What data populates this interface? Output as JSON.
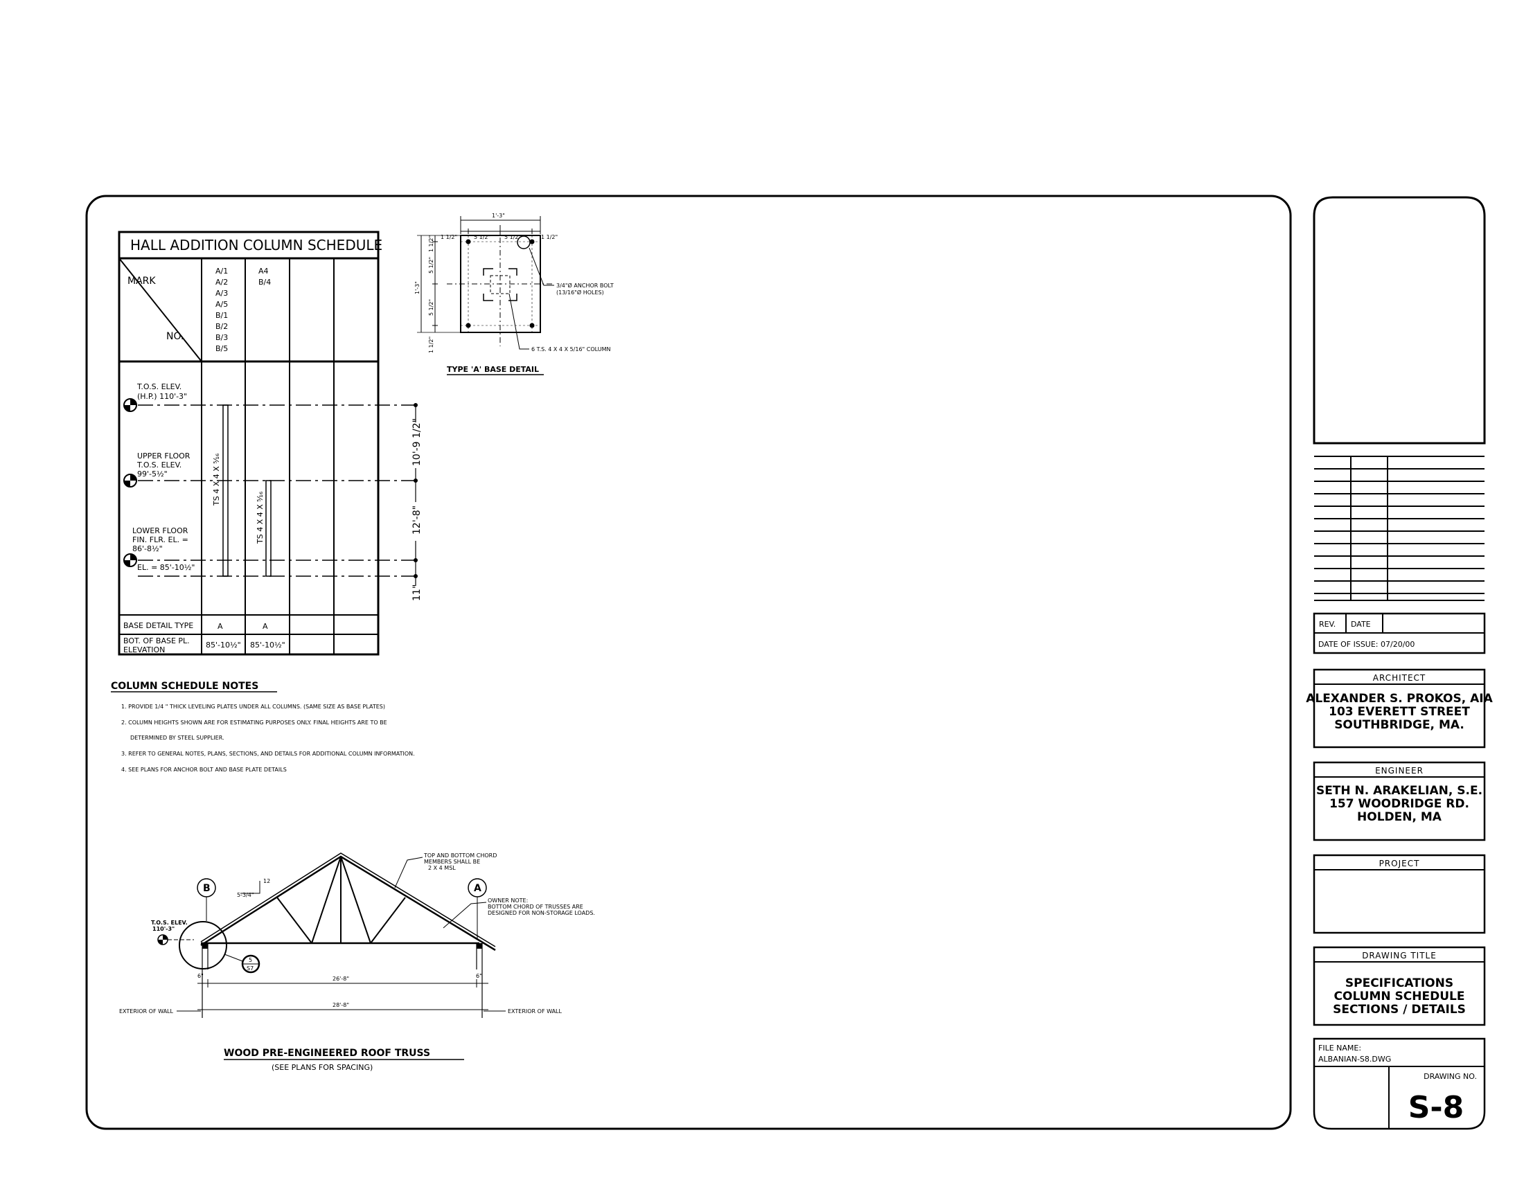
{
  "schedule": {
    "title": "HALL ADDITION COLUMN SCHEDULE",
    "mark_label": "MARK",
    "no_label": "NO.",
    "col1_marks": [
      "A/1",
      "A/2",
      "A/3",
      "A/5",
      "B/1",
      "B/2",
      "B/3",
      "B/5"
    ],
    "col2_marks": [
      "A4",
      "B/4"
    ],
    "tos_elev_line1": "T.O.S. ELEV.",
    "tos_elev_line2": "(H.P.) 110'-3\"",
    "upper_floor_line1": "UPPER FLOOR",
    "upper_floor_line2": "T.O.S. ELEV.",
    "upper_floor_line3": "99'-5½\"",
    "lower_floor_line1": "LOWER FLOOR",
    "lower_floor_line2": "FIN. FLR. EL. =",
    "lower_floor_line3": "86'-8½\"",
    "el_line": "EL. = 85'-10½\"",
    "col1_size": "TS 4 X 4 X ⁵⁄₁₆",
    "col2_size": "TS 4 X 4 X ⁵⁄₁₆",
    "dim_upper": "10'-9 1/2\"",
    "dim_lower": "12'-8\"",
    "dim_base": "11\"",
    "base_detail_label": "BASE DETAIL TYPE",
    "base_detail_values": [
      "A",
      "A"
    ],
    "bot_base_label_line1": "BOT. OF BASE PL.",
    "bot_base_label_line2": "ELEVATION",
    "bot_base_values": [
      "85'-10½\"",
      "85'-10½\""
    ]
  },
  "base_detail": {
    "title": "TYPE 'A' BASE DETAIL",
    "top_dim": "1'-3\"",
    "seg_dims": [
      "1 1/2\"",
      "5 1/2\"",
      "5 1/2\"",
      "1 1/2\""
    ],
    "side_total": "1'-3\"",
    "side_segs": [
      "1 1/2\"",
      "5 1/2\"",
      "5 1/2\"",
      "1 1/2\""
    ],
    "anchor_note_line1": "3/4\"Ø ANCHOR BOLT",
    "anchor_note_line2": "(13/16\"Ø HOLES)",
    "column_note": "6 T.S. 4 X 4 X 5/16\" COLUMN"
  },
  "notes": {
    "title": "COLUMN SCHEDULE NOTES",
    "items": [
      "1.  PROVIDE  1/4 \" THICK LEVELING PLATES UNDER ALL COLUMNS.  (SAME SIZE AS BASE PLATES)",
      "2.  COLUMN HEIGHTS SHOWN ARE FOR ESTIMATING PURPOSES ONLY.  FINAL HEIGHTS ARE TO BE",
      "DETERMINED BY STEEL SUPPLIER.",
      "3.  REFER TO GENERAL NOTES, PLANS, SECTIONS, AND DETAILS FOR ADDITIONAL COLUMN INFORMATION.",
      "4.  SEE PLANS FOR ANCHOR BOLT AND BASE PLATE DETAILS"
    ]
  },
  "truss": {
    "title": "WOOD PRE-ENGINEERED ROOF TRUSS",
    "subtitle": "(SEE PLANS FOR SPACING)",
    "grid_b": "B",
    "grid_a": "A",
    "chord_note_line1": "TOP AND BOTTOM CHORD",
    "chord_note_line2": "MEMBERS SHALL BE",
    "chord_note_line3": "2 X 4 MSL",
    "owner_note_line1": "OWNER NOTE:",
    "owner_note_line2": "BOTTOM CHORD OF TRUSSES ARE",
    "owner_note_line3": "DESIGNED FOR NON-STORAGE LOADS.",
    "pitch_rise": "5-3/4\"",
    "pitch_run": "12",
    "tos_line1": "T.O.S. ELEV.",
    "tos_line2": "110'-3\"",
    "detail_num": "5",
    "detail_sheet": "S7",
    "left_offset": "6\"",
    "right_offset": "6\"",
    "inner_span": "26'-8\"",
    "outer_span": "28'-8\"",
    "ext_wall_left": "EXTERIOR OF WALL",
    "ext_wall_right": "EXTERIOR OF WALL"
  },
  "title_block": {
    "rev_label": "REV.",
    "date_label": "DATE",
    "date_of_issue": "DATE OF ISSUE:   07/20/00",
    "architect_header": "ARCHITECT",
    "architect_lines": [
      "ALEXANDER S. PROKOS, AIA",
      "103 EVERETT STREET",
      "SOUTHBRIDGE, MA."
    ],
    "engineer_header": "ENGINEER",
    "engineer_lines": [
      "SETH N. ARAKELIAN, S.E.",
      "157 WOODRIDGE RD.",
      "HOLDEN, MA"
    ],
    "project_header": "PROJECT",
    "drawing_title_header": "DRAWING TITLE",
    "drawing_title_lines": [
      "SPECIFICATIONS",
      "COLUMN SCHEDULE",
      "SECTIONS / DETAILS"
    ],
    "file_name_label": "FILE NAME:",
    "file_name": "ALBANIAN-S8.DWG",
    "drawing_no_label": "DRAWING NO.",
    "drawing_no": "S-8"
  }
}
